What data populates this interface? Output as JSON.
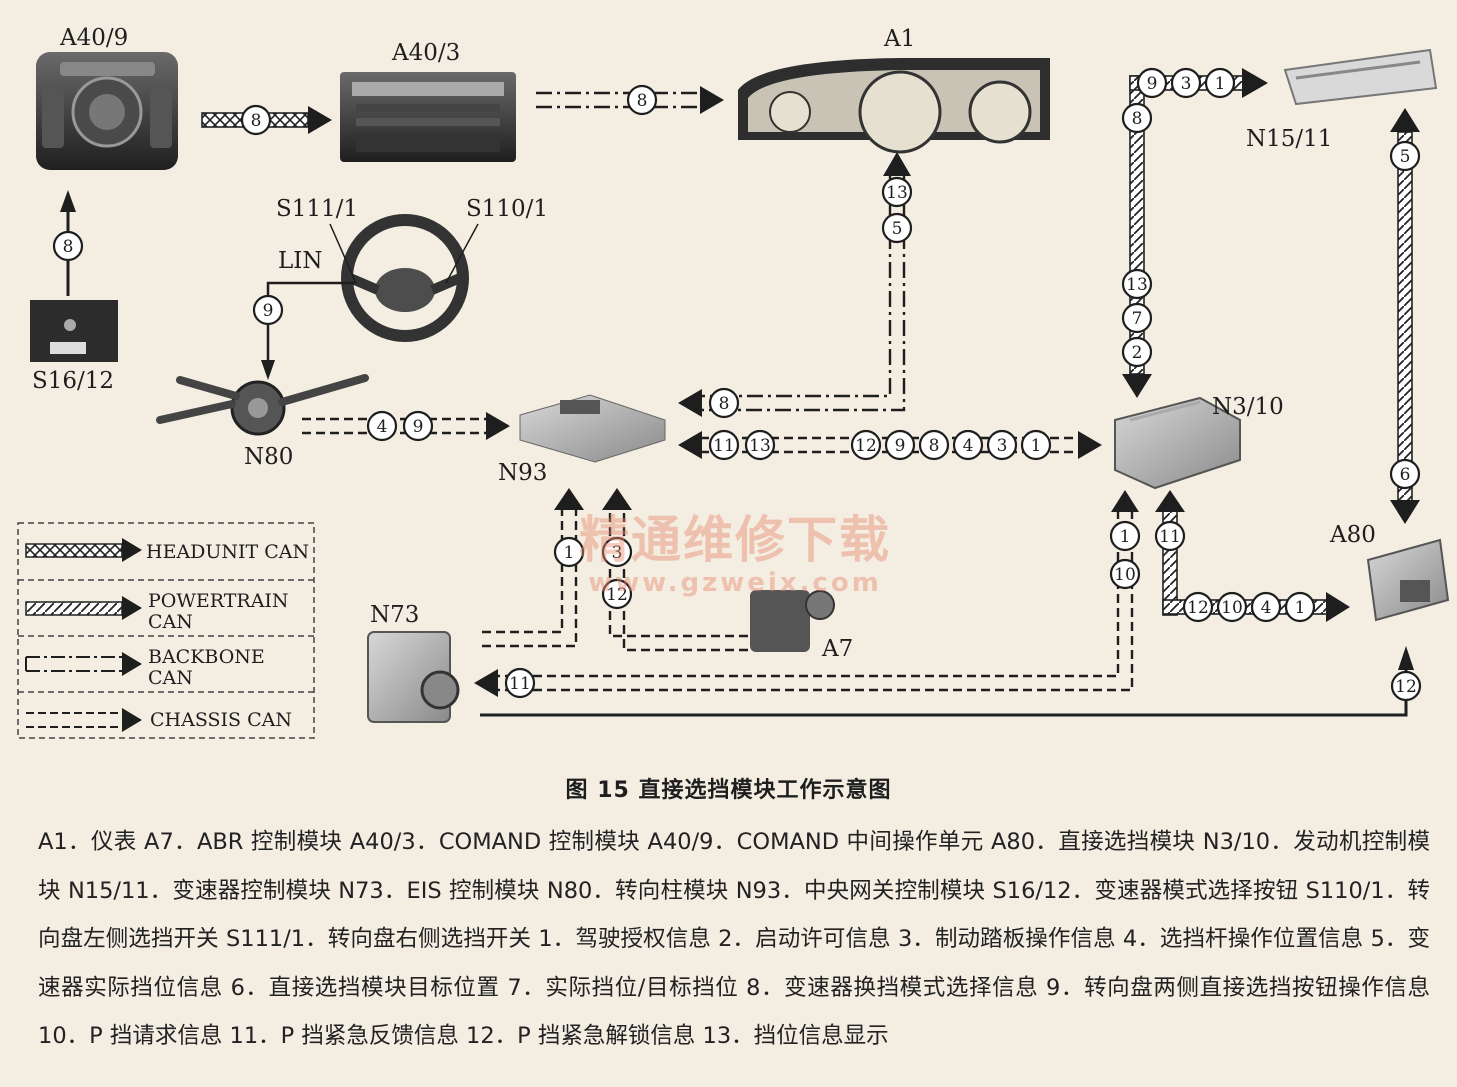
{
  "components": {
    "a40_9": "A40/9",
    "a40_3": "A40/3",
    "a1": "A1",
    "n15_11": "N15/11",
    "s111_1": "S111/1",
    "s110_1": "S110/1",
    "lin": "LIN",
    "s16_12": "S16/12",
    "n80": "N80",
    "n93": "N93",
    "n3_10": "N3/10",
    "a80": "A80",
    "n73": "N73",
    "a7": "A7"
  },
  "signals": {
    "a409_to_a403": [
      "8"
    ],
    "a403_to_a1": [
      "8"
    ],
    "n310_to_n1511": [
      "9",
      "3",
      "1"
    ],
    "n310_up": [
      "8"
    ],
    "n310_down": [
      "13",
      "7",
      "2"
    ],
    "n1511_a80_up": [
      "5"
    ],
    "n1511_a80_down": [
      "6"
    ],
    "s1612_to_a409": [
      "8"
    ],
    "lin_to_n80": [
      "9"
    ],
    "a1_up": [
      "13",
      "5"
    ],
    "a1_to_n93": [
      "8"
    ],
    "n80_to_n93": [
      "4",
      "9"
    ],
    "n93_n310_left": [
      "11",
      "13"
    ],
    "n93_n310_right": [
      "12",
      "9",
      "8",
      "4",
      "3",
      "1"
    ],
    "n73_to_n93": [
      "1",
      "3"
    ],
    "a7_to_n93": [
      "12"
    ],
    "n310_from_n73": [
      "1",
      "10"
    ],
    "n310_to_a80_up": [
      "11"
    ],
    "n310_to_a80": [
      "12",
      "10",
      "4",
      "1"
    ],
    "n310_to_n73": [
      "11"
    ],
    "n73_to_a80": [
      "12"
    ]
  },
  "legend": {
    "headunit": "HEADUNIT CAN",
    "powertrain_1": "POWERTRAIN",
    "powertrain_2": "CAN",
    "backbone_1": "BACKBONE",
    "backbone_2": "CAN",
    "chassis": "CHASSIS CAN"
  },
  "watermark": {
    "line1": "精通维修下载",
    "line2": "www.gzweix.com"
  },
  "caption": "图 15   直接选挡模块工作示意图",
  "description": "A1．仪表   A7．ABR 控制模块   A40/3．COMAND 控制模块   A40/9．COMAND 中间操作单元   A80．直接选挡模块   N3/10．发动机控制模块   N15/11．变速器控制模块   N73．EIS 控制模块   N80．转向柱模块   N93．中央网关控制模块   S16/12．变速器模式选择按钮   S110/1．转向盘左侧选挡开关   S111/1．转向盘右侧选挡开关   1．驾驶授权信息   2．启动许可信息   3．制动踏板操作信息   4．选挡杆操作位置信息   5．变速器实际挡位信息   6．直接选挡模块目标位置   7．实际挡位/目标挡位   8．变速器换挡模式选择信息   9．转向盘两侧直接选挡按钮操作信息   10．P 挡请求信息   11．P 挡紧急反馈信息   12．P 挡紧急解锁信息   13．挡位信息显示"
}
